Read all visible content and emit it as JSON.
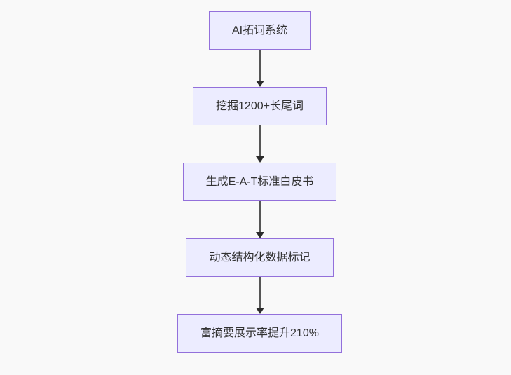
{
  "flowchart": {
    "type": "flowchart",
    "direction": "top-down",
    "nodes": [
      {
        "label": "AI拓词系统"
      },
      {
        "label": "挖掘1200+长尾词"
      },
      {
        "label": "生成E-A-T标准白皮书"
      },
      {
        "label": "动态结构化数据标记"
      },
      {
        "label": "富摘要展示率提升210%"
      }
    ],
    "edges": [
      {
        "from": 0,
        "to": 1
      },
      {
        "from": 1,
        "to": 2
      },
      {
        "from": 2,
        "to": 3
      },
      {
        "from": 3,
        "to": 4
      }
    ]
  },
  "colors": {
    "background": "#f9f9f9",
    "node_fill": "#ECECFF",
    "node_border": "#9370DB",
    "text": "#333333",
    "arrow_shaft": "#565656",
    "arrow_head": "#2b2b2b"
  }
}
